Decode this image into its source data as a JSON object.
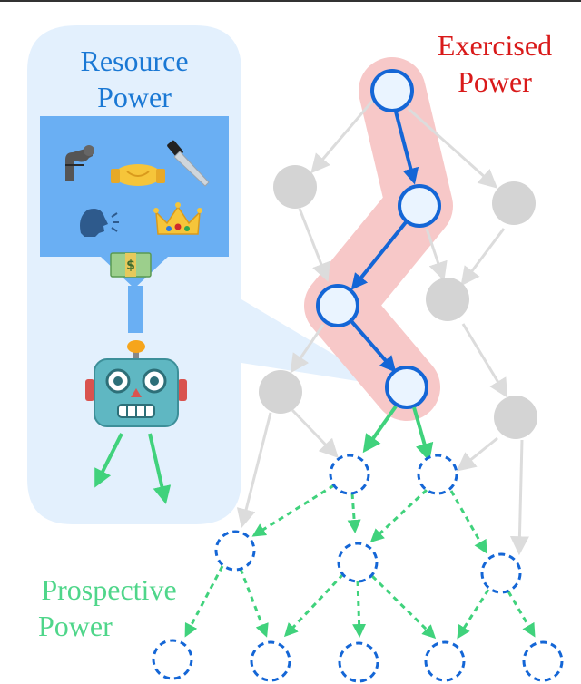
{
  "labels": {
    "resource_power": [
      "Resource",
      "Power"
    ],
    "exercised_power": [
      "Exercised",
      "Power"
    ],
    "prospective_power": [
      "Prospective",
      "Power"
    ]
  },
  "colors": {
    "resource": "#1a78d4",
    "exercised": "#d91a1a",
    "prospective": "#4fd68a",
    "node_blue": "#1466d6",
    "node_fill": "#eaf4ff",
    "node_gray": "#d4d4d4",
    "edge_gray": "#dcdcdc",
    "edge_green": "#40d27c",
    "path_highlight": "#f7c8c8",
    "panel_light": "#e3f0fd",
    "panel_dark": "#6aaff3",
    "robot_teal": "#5fb7c2"
  },
  "resource_icons": [
    "flexed-biceps-icon",
    "handshake-icon",
    "kitchen-knife-icon",
    "speaking-head-icon",
    "crown-icon",
    "money-bills-icon"
  ],
  "agent_icon": "robot-icon"
}
